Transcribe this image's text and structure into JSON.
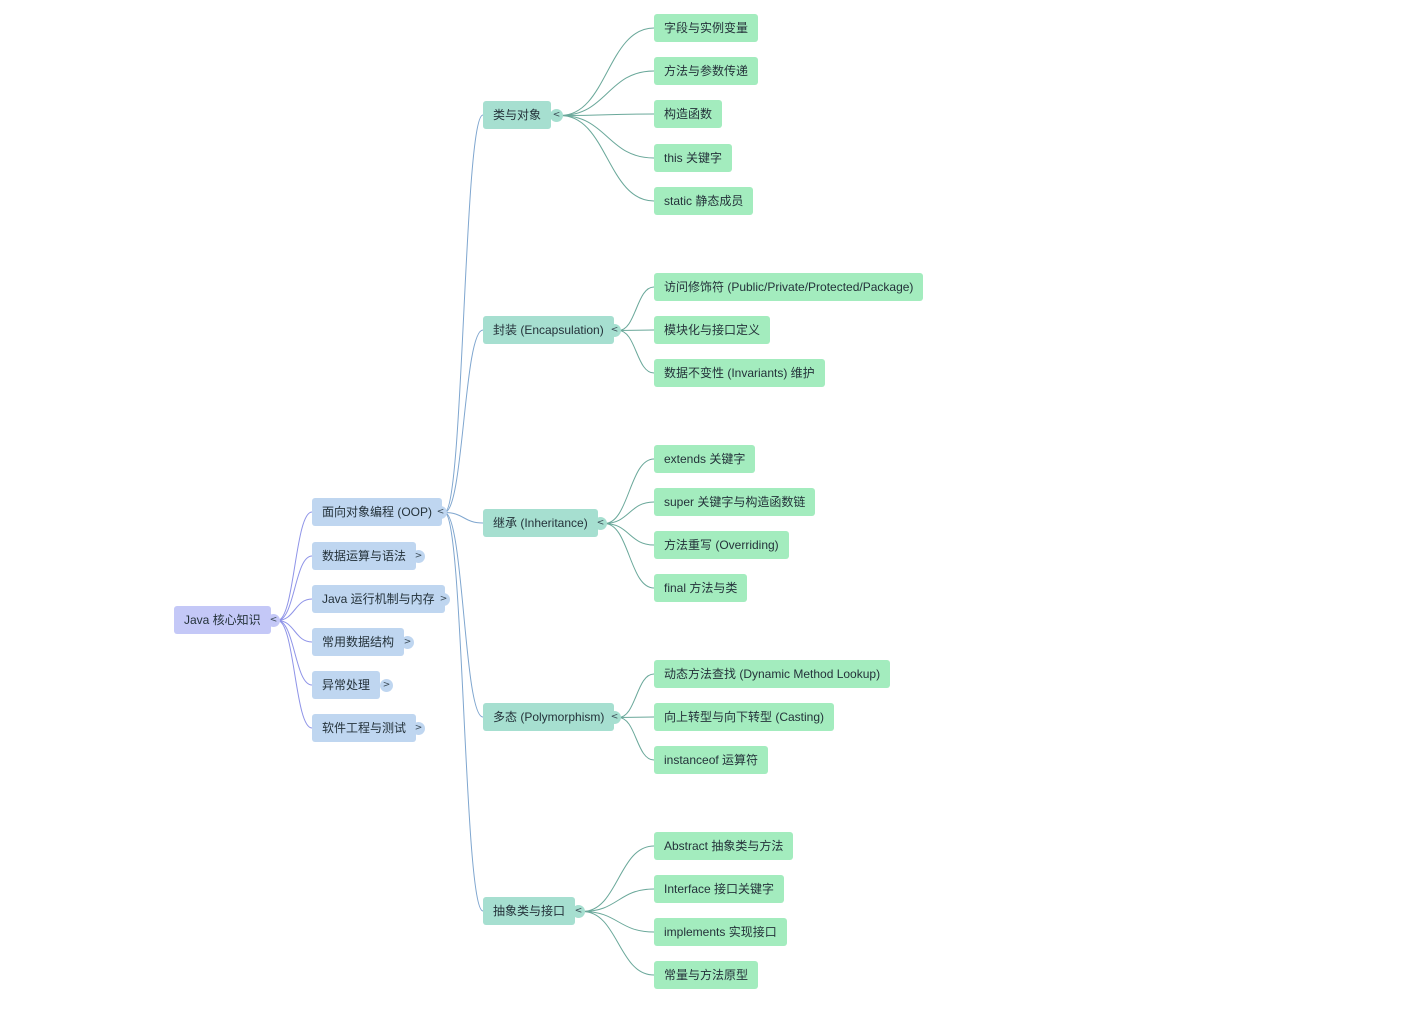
{
  "root": {
    "label": "Java 核心知识",
    "toggle": "<",
    "color": "#c4c8f7"
  },
  "level1": [
    {
      "label": "面向对象编程 (OOP)",
      "toggle": "<"
    },
    {
      "label": "数据运算与语法",
      "toggle": ">"
    },
    {
      "label": "Java 运行机制与内存",
      "toggle": ">"
    },
    {
      "label": "常用数据结构",
      "toggle": ">"
    },
    {
      "label": "异常处理",
      "toggle": ">"
    },
    {
      "label": "软件工程与测试",
      "toggle": ">"
    }
  ],
  "level2": [
    {
      "label": "类与对象",
      "toggle": "<",
      "children": [
        "字段与实例变量",
        "方法与参数传递",
        "构造函数",
        "this 关键字",
        "static 静态成员"
      ]
    },
    {
      "label": "封装 (Encapsulation)",
      "toggle": "<",
      "children": [
        "访问修饰符 (Public/Private/Protected/Package)",
        "模块化与接口定义",
        "数据不变性 (Invariants) 维护"
      ]
    },
    {
      "label": "继承 (Inheritance)",
      "toggle": "<",
      "children": [
        "extends 关键字",
        "super 关键字与构造函数链",
        "方法重写 (Overriding)",
        "final 方法与类"
      ]
    },
    {
      "label": "多态 (Polymorphism)",
      "toggle": "<",
      "children": [
        "动态方法查找 (Dynamic Method Lookup)",
        "向上转型与向下转型 (Casting)",
        "instanceof 运算符"
      ]
    },
    {
      "label": "抽象类与接口",
      "toggle": "<",
      "children": [
        "Abstract 抽象类与方法",
        "Interface 接口关键字",
        "implements 实现接口",
        "常量与方法原型"
      ]
    }
  ],
  "colors": {
    "root": "#c4c8f7",
    "level1": "#bfd6f0",
    "level2": "#a6dfd0",
    "level3": "#a3ecbe",
    "link_root": "#8f94e8",
    "link_level1": "#7fa6cf",
    "link_level2": "#6aa89a"
  }
}
